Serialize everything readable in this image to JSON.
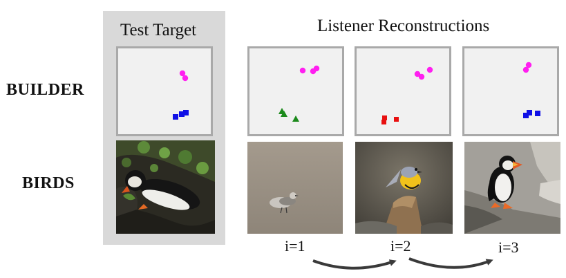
{
  "headings": {
    "test_target": "Test Target",
    "listener_reconstructions": "Listener Reconstructions"
  },
  "rows": {
    "builder": "BUILDER",
    "birds": "BIRDS"
  },
  "steps": [
    "i=1",
    "i=2",
    "i=3"
  ],
  "colors": {
    "magenta": "#ff1ff0",
    "blue": "#1010e6",
    "green": "#1c8a1c",
    "red": "#e81010",
    "panel_bg": "#d9d9d9",
    "canvas_bg": "#f1f1f1",
    "canvas_border": "#a9a9a9",
    "arrow": "#3a3a3a"
  },
  "images": {
    "target": "puffin-on-grassy-cliff",
    "i1": "small-gray-bird-on-sand",
    "i2": "yellow-gray-bird-on-rock",
    "i3": "puffin-on-rock"
  }
}
